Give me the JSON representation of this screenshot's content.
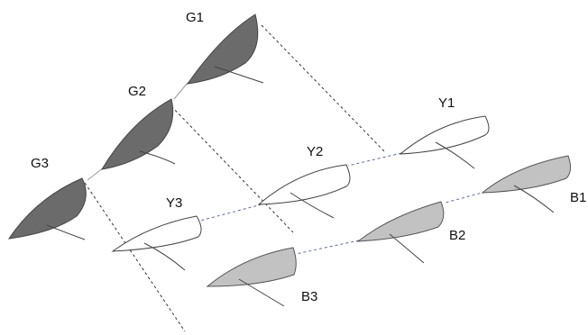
{
  "boats": {
    "g1": {
      "label": "G1"
    },
    "g2": {
      "label": "G2"
    },
    "g3": {
      "label": "G3"
    },
    "y1": {
      "label": "Y1"
    },
    "y2": {
      "label": "Y2"
    },
    "y3": {
      "label": "Y3"
    },
    "b1": {
      "label": "B1"
    },
    "b2": {
      "label": "B2"
    },
    "b3": {
      "label": "B3"
    }
  },
  "colors": {
    "green_group_fill": "#6b6b6b",
    "yellow_group_fill": "#ffffff",
    "blue_group_fill": "#c2c2c2",
    "connector_blue": "#5a6aa0"
  }
}
